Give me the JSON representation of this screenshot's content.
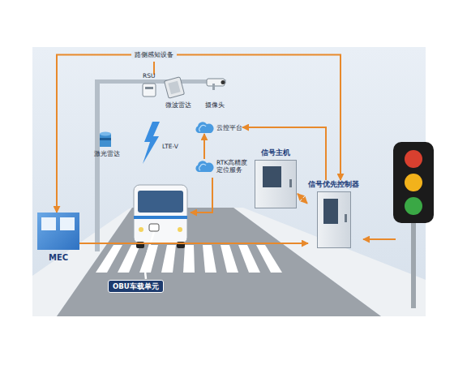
{
  "diagram": {
    "nodes": [
      {
        "text": [
          "路侧感知设备"
        ]
      },
      {
        "text": [
          "云控平台"
        ]
      },
      {
        "text": [
          "RTK高精度 定位服务"
        ]
      },
      {
        "text": [
          "信号主机"
        ]
      },
      {
        "text": [
          "信号优先控制器"
        ]
      },
      {
        "text": [
          "MEC"
        ]
      },
      {
        "text": [
          "OBU车载单元"
        ]
      }
    ],
    "edges": [
      {
        "from": 0,
        "to": 5,
        "arrow": "to"
      },
      {
        "from": 0,
        "to": 4,
        "arrow": "to"
      },
      {
        "from": 4,
        "to": 1,
        "arrow": "to"
      },
      {
        "from": 2,
        "to": 1,
        "arrow": "to"
      },
      {
        "from": 5,
        "to": 4,
        "arrow": "to"
      },
      {
        "from": 3,
        "to": 4,
        "arrow": "both"
      }
    ],
    "labels": [
      "RSU",
      "微波雷达",
      "摄像头",
      "激光雷达",
      "LTE-V"
    ]
  }
}
